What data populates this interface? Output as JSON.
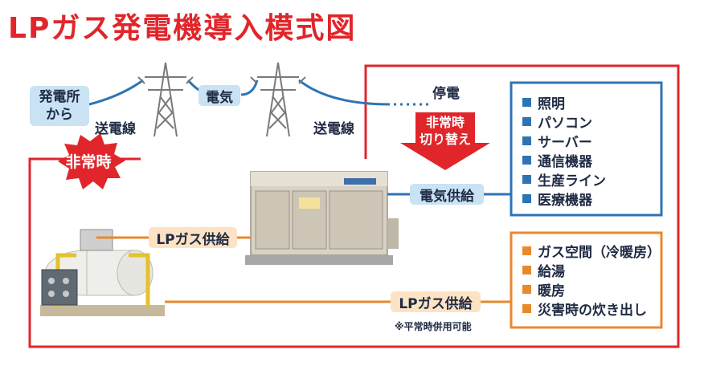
{
  "title": "LPガス発電機導入模式図",
  "power_source": {
    "line1": "発電所",
    "line2": "から"
  },
  "transmission_line_left": "送電線",
  "electricity_label": "電気",
  "transmission_line_right": "送電線",
  "outage_label": "停電",
  "emergency_badge": "非常時",
  "switch_arrow": {
    "line1": "非常時",
    "line2": "切り替え"
  },
  "electricity_supply": "電気供給",
  "lp_gas_supply_generator": "LPガス供給",
  "lp_gas_supply_facility": "LPガス供給",
  "footnote": "※平常時併用可能",
  "electric_uses": [
    "照明",
    "パソコン",
    "サーバー",
    "通信機器",
    "生産ライン",
    "医療機器"
  ],
  "gas_uses": [
    "ガス空間（冷暖房）",
    "給湯",
    "暖房",
    "災害時の炊き出し"
  ],
  "colors": {
    "title_red": "#e0262b",
    "emergency_red": "#e0262b",
    "electric_blue": "#2e74b5",
    "gas_orange": "#e8892e",
    "pill_blue": "#c9e2f4",
    "pill_orange": "#fbe3c4"
  }
}
